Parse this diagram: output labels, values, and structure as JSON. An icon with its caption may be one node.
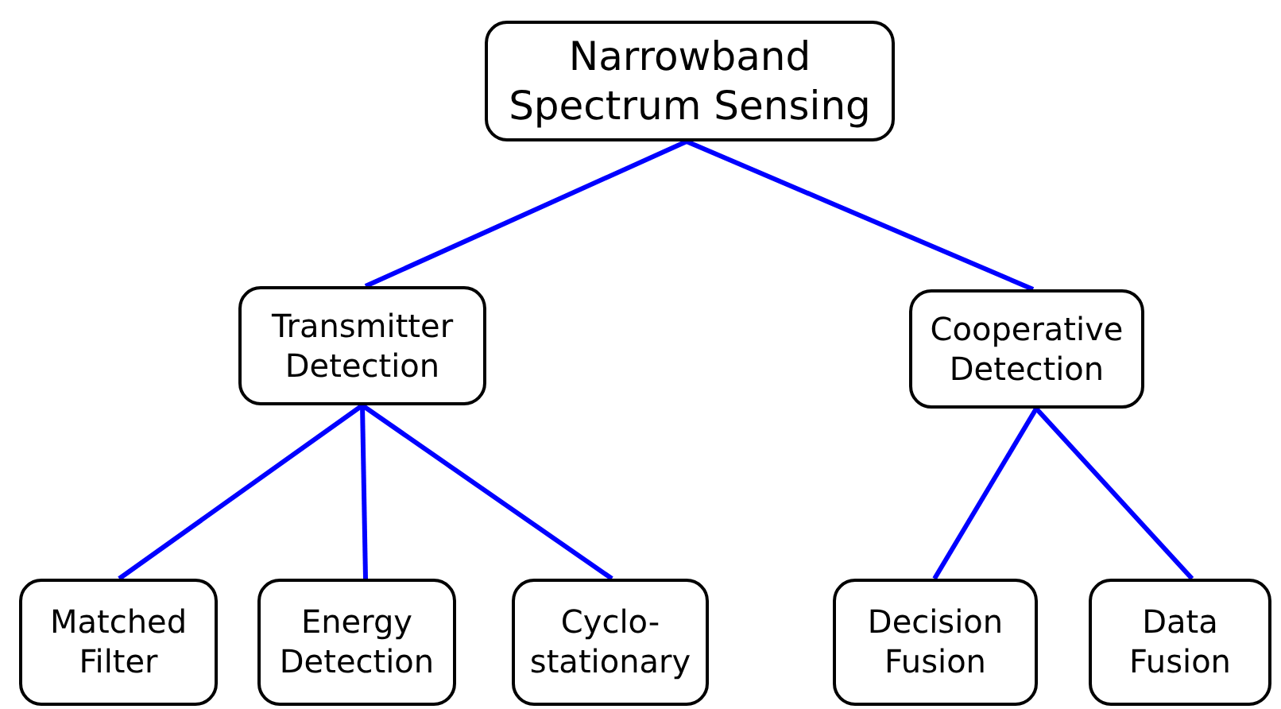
{
  "diagram": {
    "nodes": [
      {
        "text": [
          "Narrowband Spectrum Sensing"
        ]
      },
      {
        "text": [
          "Transmitter Detection"
        ]
      },
      {
        "text": [
          "Cooperative Detection"
        ]
      },
      {
        "text": [
          "Matched Filter"
        ]
      },
      {
        "text": [
          "Energy Detection"
        ]
      },
      {
        "text": [
          "Cyclo-stationary"
        ]
      },
      {
        "text": [
          "Decision Fusion"
        ]
      },
      {
        "text": [
          "Data Fusion"
        ]
      }
    ],
    "edges": [
      {
        "from": 0,
        "to": 1,
        "arrow": "none"
      },
      {
        "from": 0,
        "to": 2,
        "arrow": "none"
      },
      {
        "from": 1,
        "to": 3,
        "arrow": "none"
      },
      {
        "from": 1,
        "to": 4,
        "arrow": "none"
      },
      {
        "from": 1,
        "to": 5,
        "arrow": "none"
      },
      {
        "from": 2,
        "to": 6,
        "arrow": "none"
      },
      {
        "from": 2,
        "to": 7,
        "arrow": "none"
      }
    ]
  }
}
